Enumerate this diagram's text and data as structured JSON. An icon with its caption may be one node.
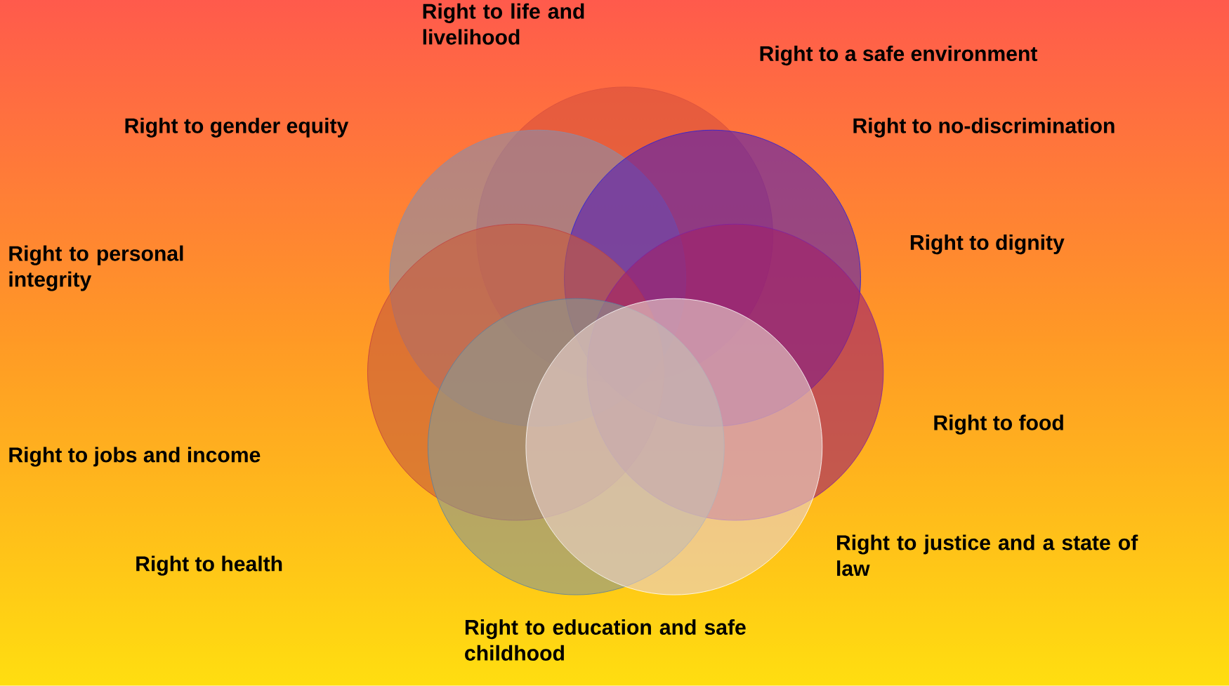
{
  "diagram": {
    "labels": [
      "Right to life and livelihood",
      "Right to a safe environment",
      "Right to gender equity",
      "Right to no-discrimination",
      "Right to dignity",
      "Right to personal integrity",
      "Right to food",
      "Right to jobs and income",
      "Right to justice and a state of law",
      "Right to health",
      "Right to education and safe childhood"
    ]
  }
}
